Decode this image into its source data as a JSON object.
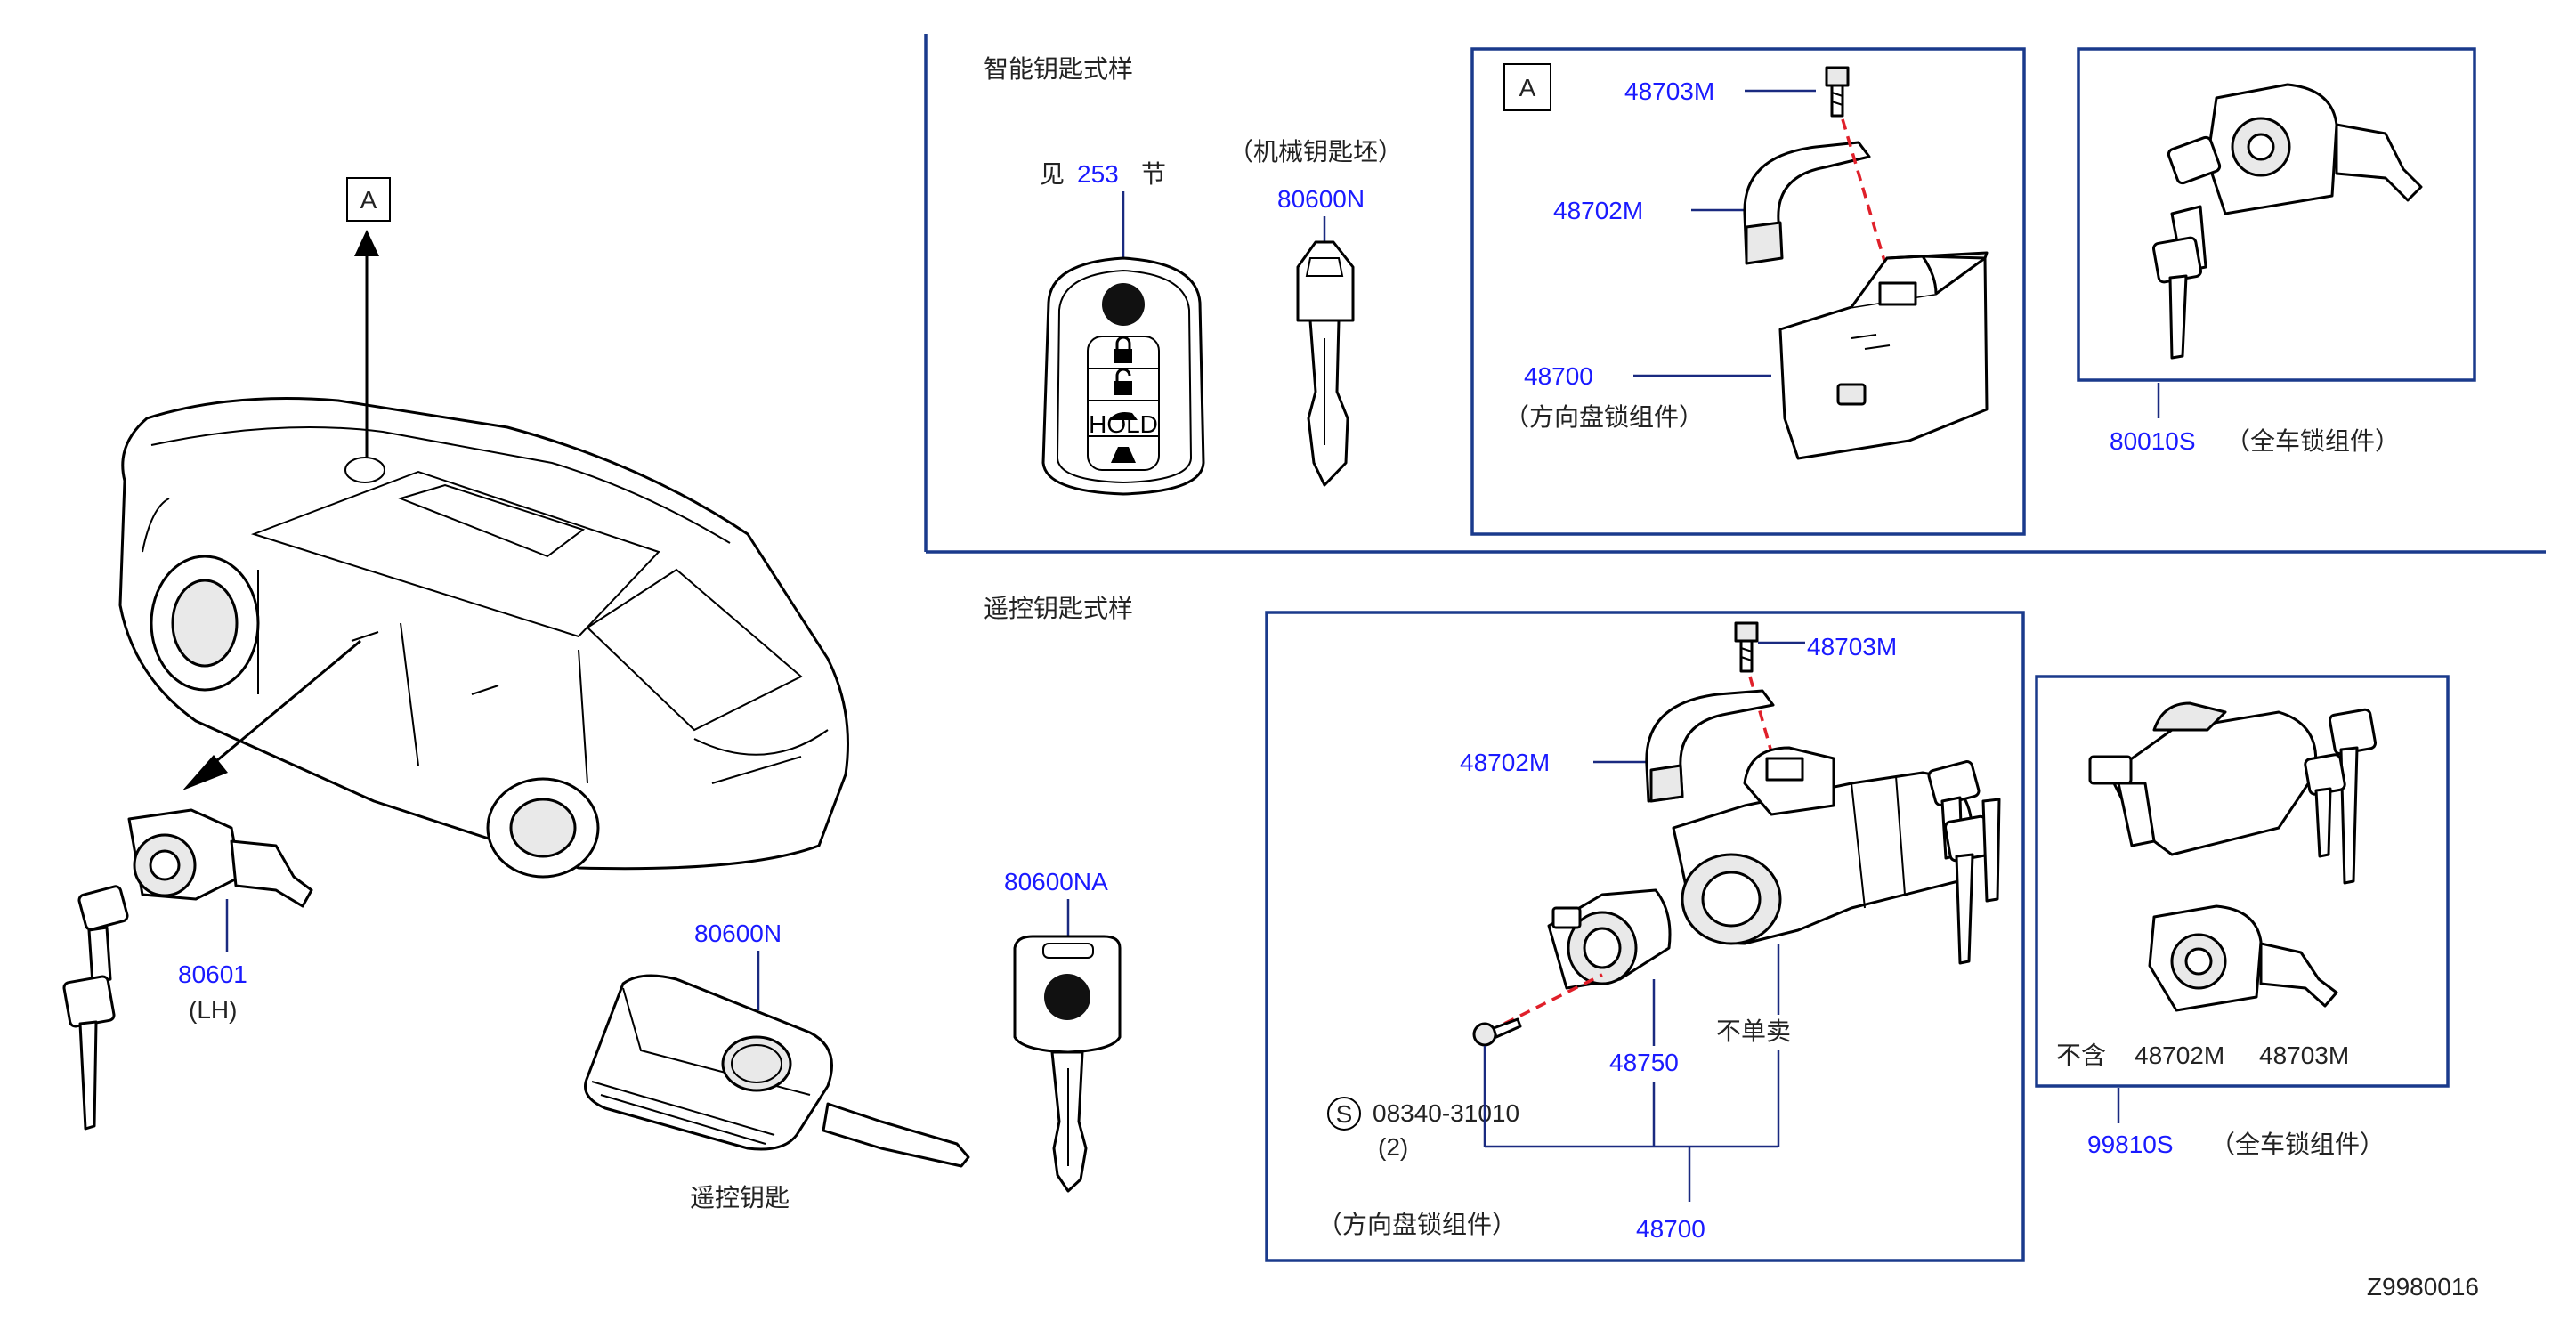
{
  "diagram_id": "Z9980016",
  "sections": {
    "smart_key": {
      "title": "智能钥匙式样",
      "see_prefix": "见",
      "see_page": "253",
      "see_suffix": "节",
      "blank_key_note": "（机械钥匙坯）",
      "blank_key_part": "80600N",
      "frame_a_label": "A",
      "bolt_part": "48703M",
      "clamp_part": "48702M",
      "lock_part": "48700",
      "lock_name": "（方向盘锁组件）",
      "full_set_part": "80010S",
      "full_set_name": "（全车锁组件）",
      "fob_hold_text": "HOLD"
    },
    "remote_key": {
      "title": "遥控钥匙式样",
      "flip_key_part": "80600N",
      "flip_key_name": "遥控钥匙",
      "blank_key_part": "80600NA",
      "bolt_part": "48703M",
      "clamp_part": "48702M",
      "screw_symbol": "S",
      "screw_part": "08340-31010",
      "screw_qty": "(2)",
      "sub_part": "48750",
      "not_sold": "不单卖",
      "lock_name": "（方向盘锁组件）",
      "lock_part": "48700",
      "excludes_label": "不含",
      "excludes_part_1": "48702M",
      "excludes_part_2": "48703M",
      "full_set_part": "99810S",
      "full_set_name": "（全车锁组件）"
    },
    "vehicle": {
      "callout_a": "A",
      "door_lock_part": "80601",
      "door_lock_side": "(LH)"
    }
  }
}
